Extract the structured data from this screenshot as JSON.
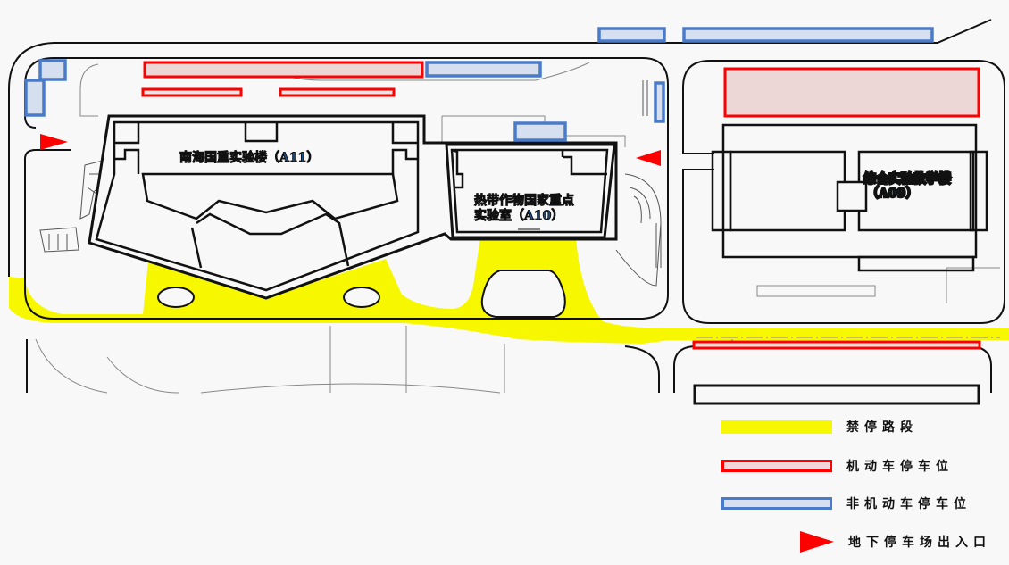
{
  "map": {
    "buildings": [
      {
        "id": "a11",
        "label": "南海国重实验楼（A11）"
      },
      {
        "id": "a10",
        "label_line1": "热带作物国家重点",
        "label_line2": "实验室（A10）"
      },
      {
        "id": "a09",
        "label_line1": "综合实验教学楼",
        "label_line2": "（A09）"
      }
    ]
  },
  "legend": {
    "items": [
      {
        "label": "禁停路段",
        "icon": "yellow-bar",
        "color": "#f7f700"
      },
      {
        "label": "机动车停车位",
        "icon": "red-outlined-box",
        "color": "#ff0000"
      },
      {
        "label": "非机动车停车位",
        "icon": "blue-outlined-box",
        "color": "#4a7bc8"
      },
      {
        "label": "地下停车场出入口",
        "icon": "red-triangle",
        "color": "#ff0000"
      }
    ]
  }
}
